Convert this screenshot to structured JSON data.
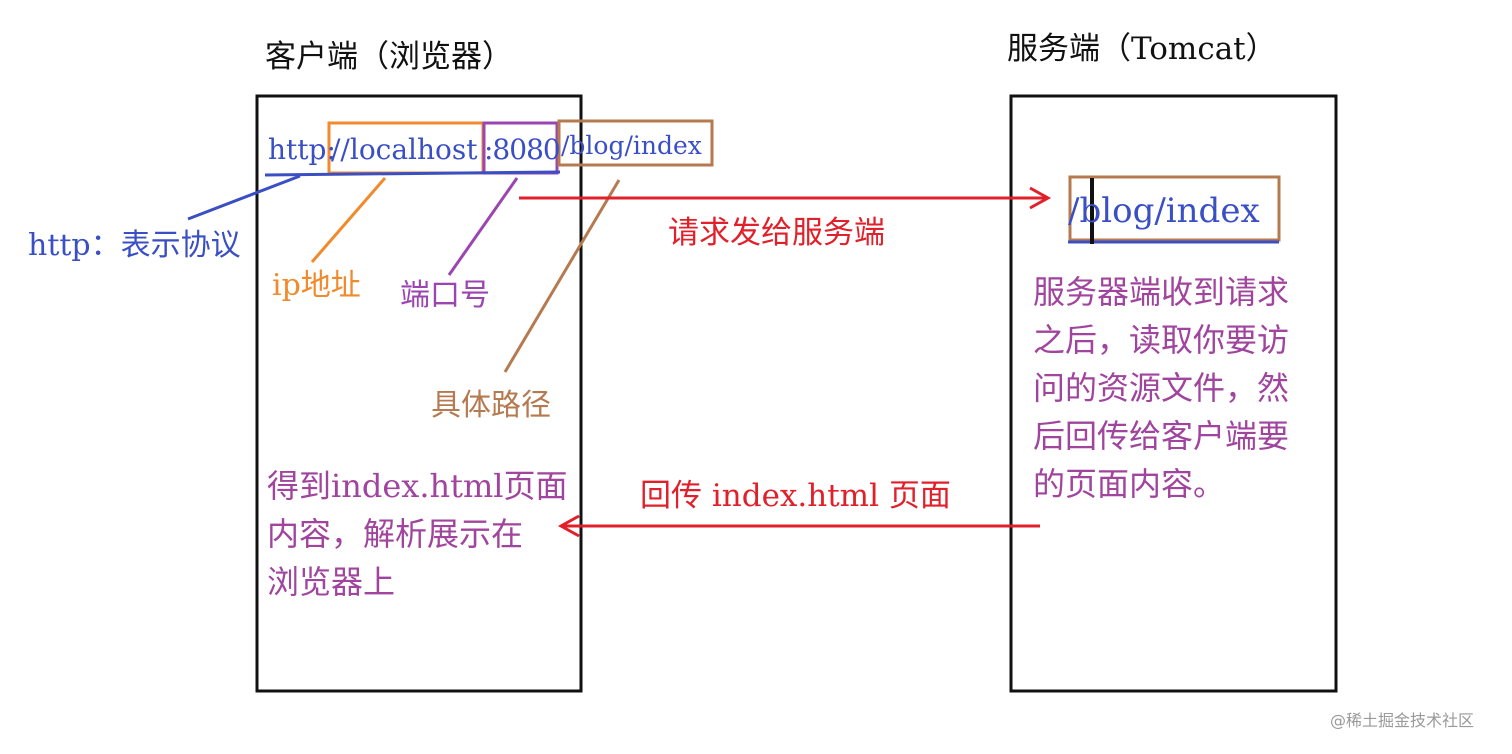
{
  "client": {
    "title": "客户端（浏览器）",
    "url": {
      "protocol": "http:",
      "host": "//localhost",
      "port": ":8080",
      "path": "/blog/index"
    },
    "result_text": "得到index.html页面\n内容，解析展示在\n浏览器上"
  },
  "server": {
    "title": "服务端（Tomcat）",
    "path": "/blog/index",
    "description": "服务器端收到请求\n之后，读取你要访\n问的资源文件，然\n后回传给客户端要\n的页面内容。"
  },
  "labels": {
    "protocol": "http：表示协议",
    "ip": "ip地址",
    "port": "端口号",
    "path": "具体路径"
  },
  "arrows": {
    "request": "请求发给服务端",
    "response": "回传 index.html 页面"
  },
  "watermark": "@稀土掘金技术社区",
  "colors": {
    "blue": "#3b4fc4",
    "orange": "#f08a2c",
    "purple": "#9b45b0",
    "brown": "#b57a4f",
    "red": "#e0202a",
    "magenta": "#a0449e",
    "black": "#111111"
  }
}
